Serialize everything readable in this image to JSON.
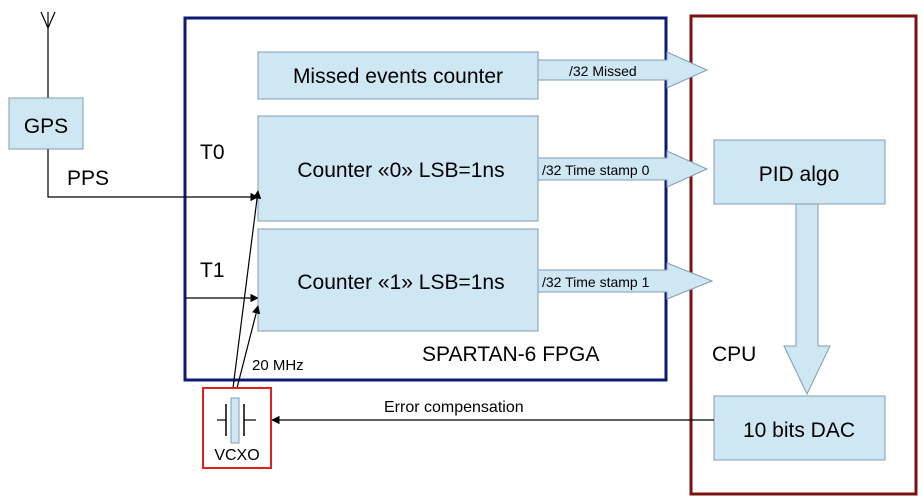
{
  "colors": {
    "fpga_border": "#0d1a73",
    "cpu_border": "#7a1010",
    "vcxo_border": "#e02020",
    "block_fill": "#cfe6f3",
    "block_stroke": "#7f9db2"
  },
  "gps": {
    "label": "GPS",
    "antenna_icon": "antenna-icon"
  },
  "signals": {
    "pps": "PPS",
    "t0": "T0",
    "t1": "T1",
    "clock": "20 MHz",
    "error": "Error compensation"
  },
  "fpga": {
    "label": "SPARTAN-6 FPGA",
    "blocks": {
      "missed": "Missed events counter",
      "counter0": "Counter «0» LSB=1ns",
      "counter1": "Counter «1» LSB=1ns"
    },
    "buses": {
      "missed": "/32 Missed",
      "ts0": "/32 Time stamp 0",
      "ts1": "/32 Time stamp 1"
    }
  },
  "cpu": {
    "label": "CPU",
    "pid": "PID algo",
    "dac": "10 bits DAC"
  },
  "vcxo": {
    "label": "VCXO",
    "crystal_icon": "crystal-icon"
  }
}
